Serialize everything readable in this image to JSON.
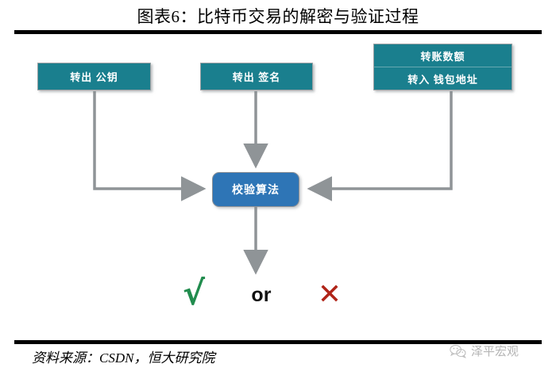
{
  "figure": {
    "title": "图表6：比特币交易的解密与验证过程",
    "source_note": "资料来源：CSDN，恒大研究院"
  },
  "diagram": {
    "type": "flowchart",
    "nodes": [
      {
        "id": "pubkey",
        "label": "转出 公钥",
        "color": "#1a7f8e",
        "shape": "rectangle"
      },
      {
        "id": "signature",
        "label": "转出 签名",
        "color": "#1a7f8e",
        "shape": "rectangle"
      },
      {
        "id": "amount",
        "label": "转账数额",
        "color": "#1a7f8e",
        "shape": "rectangle"
      },
      {
        "id": "wallet_address",
        "label": "转入 钱包地址",
        "color": "#1a7f8e",
        "shape": "rectangle"
      },
      {
        "id": "verify",
        "label": "校验算法",
        "color": "#2e75b6",
        "shape": "rounded-rectangle"
      }
    ],
    "edges": [
      {
        "from": "pubkey",
        "to": "verify",
        "style": "elbow-down-right"
      },
      {
        "from": "signature",
        "to": "verify",
        "style": "straight-down"
      },
      {
        "from": "wallet_address",
        "to": "verify",
        "style": "elbow-down-left"
      },
      {
        "from": "verify",
        "to": "result",
        "style": "straight-down"
      }
    ],
    "connector_color": "#8f9497",
    "result": {
      "success_glyph": "√",
      "separator_label": "or",
      "failure_glyph": "✕",
      "success_color": "#218c4e",
      "failure_color": "#b02418"
    }
  },
  "watermark": {
    "label": "泽平宏观",
    "icon": "wechat-icon"
  }
}
